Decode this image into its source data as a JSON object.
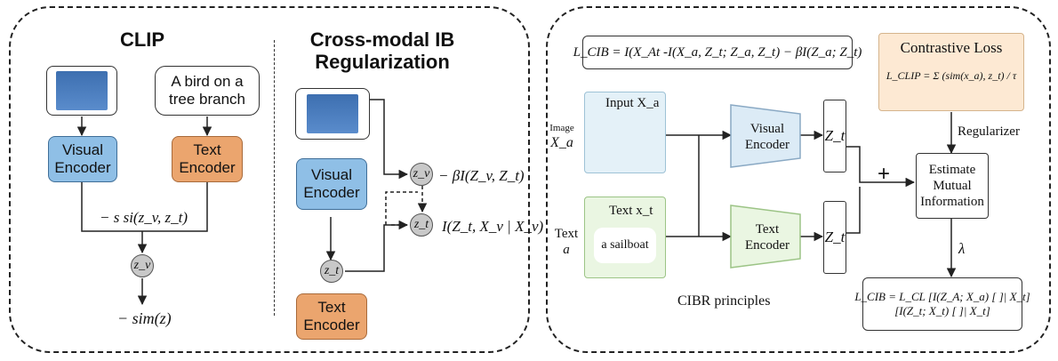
{
  "left": {
    "clip_title": "CLIP",
    "ib_title_line1": "Cross-modal IB",
    "ib_title_line2": "Regularization",
    "caption_text_line1": "A bird on a",
    "caption_text_line2": "tree branch",
    "visual_encoder_line1": "Visual",
    "visual_encoder_line2": "Encoder",
    "text_encoder_line1": "Text",
    "text_encoder_line2": "Encoder",
    "ssi_label": "− s si(z_v, z_t)",
    "zv_node": "z_v",
    "sim_label": "− sim(z)",
    "ib_zv_node": "z_v",
    "ib_zt_node": "z_t",
    "ib_zt_bottom_node": "z_t",
    "beta_label": "− βI(Z_v, Z_t)",
    "mi_label": "I(Z_t, X_v | X_v)"
  },
  "right": {
    "cib_formula": "L_CIB = I(X_At -I(X_a, Z_t; Z_a, Z_t) − βI(Z_a; Z_t)",
    "contrastive_title": "Contrastive Loss",
    "clip_loss": "L_CLIP = Σ (sim(x_a), z_t) / τ",
    "image_label_line1": "Image",
    "image_label_line2": "X_a",
    "input_label": "Input X_a",
    "text_label_line1": "Text",
    "text_label_line2": "a",
    "text_xt_label": "Text x_t",
    "sailboat_text": "a sailboat",
    "visual_encoder_line1": "Visual",
    "visual_encoder_line2": "Encoder",
    "text_encoder_line1": "Text",
    "text_encoder_line2": "Encoder",
    "zt_top": "Z_t",
    "zt_bottom": "Z_t",
    "plus": "+",
    "regularizer": "Regularizer",
    "estimate_line1": "Estimate",
    "estimate_line2": "Mutual",
    "estimate_line3": "Information",
    "lambda": "λ",
    "final_loss_line1": "L_CIB = L_CL [I(Z_A; X_a) [ ]| X_t]",
    "final_loss_line2": "[I(Z_t; X_t) [ ]| X_t]",
    "principles": "CIBR principles"
  },
  "colors": {
    "visual_encoder_blue": "#8fbfe6",
    "text_encoder_orange": "#eba56e",
    "contrastive_box": "#fde9d3",
    "visual_encoder_right": "#dcebf6",
    "text_encoder_right": "#eaf6e2"
  }
}
